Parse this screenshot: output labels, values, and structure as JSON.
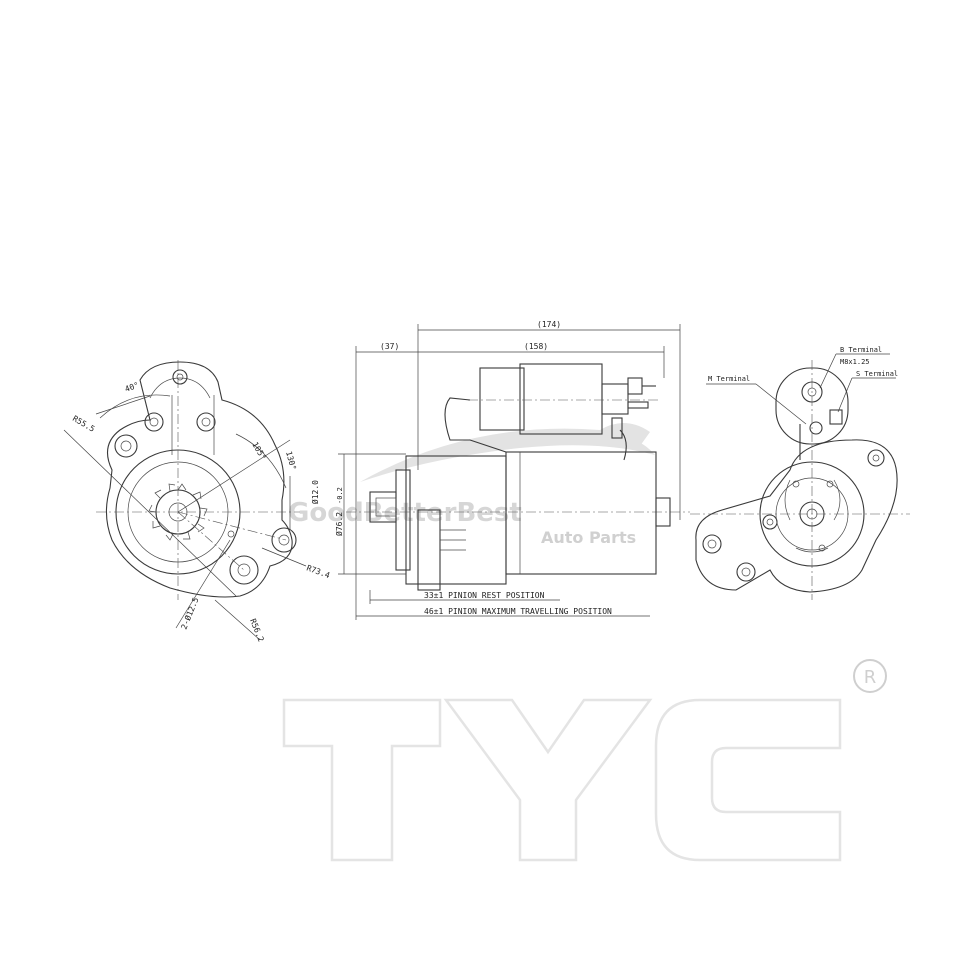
{
  "watermark": {
    "brand": "GoodBetterBest",
    "tagline": "Auto Parts"
  },
  "logo": {
    "text": "TYC",
    "registered": "R"
  },
  "dimensions": {
    "overall_length": "(174)",
    "body_length": "(158)",
    "pinion_offset": "(37)",
    "pinion_rest": "33±1  PINION REST POSITION",
    "pinion_max": "46±1  PINION MAXIMUM TRAVELLING POSITION",
    "body_diameter": "Ø76.2",
    "body_diameter_tol": "-0.2",
    "bolt_circle": "R73.4",
    "flange_radius": "R55.5",
    "ear_radius": "R56.2",
    "holes": "2-Ø12.5",
    "pilot": "Ø12.0",
    "angle_40": "40°",
    "angle_105": "105°",
    "angle_130": "130°"
  },
  "terminals": {
    "b_terminal": "B Terminal",
    "b_thread": "M8x1.25",
    "s_terminal": "S Terminal",
    "m_terminal": "M Terminal"
  }
}
